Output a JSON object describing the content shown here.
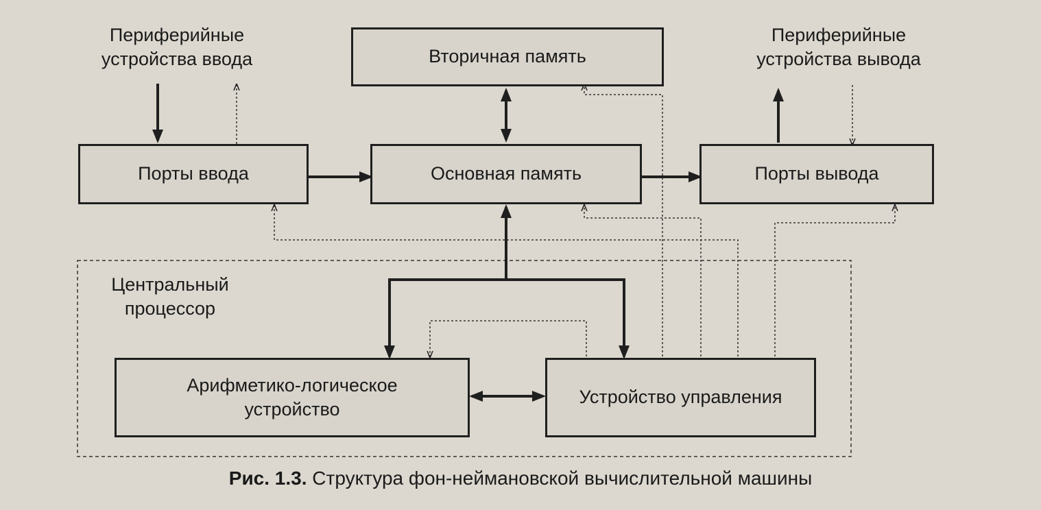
{
  "labels": {
    "input_devices": "Периферийные\nустройства ввода",
    "output_devices": "Периферийные\nустройства вывода",
    "cpu": "Центральный\nпроцессор"
  },
  "boxes": {
    "secondary_memory": "Вторичная память",
    "input_ports": "Порты ввода",
    "main_memory": "Основная память",
    "output_ports": "Порты вывода",
    "alu": "Арифметико-логическое\nустройство",
    "control_unit": "Устройство управления"
  },
  "caption": {
    "number": "Рис. 1.3.",
    "text": " Структура фон-неймановской вычислительной машины"
  },
  "colors": {
    "line": "#1f1f1f",
    "paper": "#dcd8cf"
  }
}
